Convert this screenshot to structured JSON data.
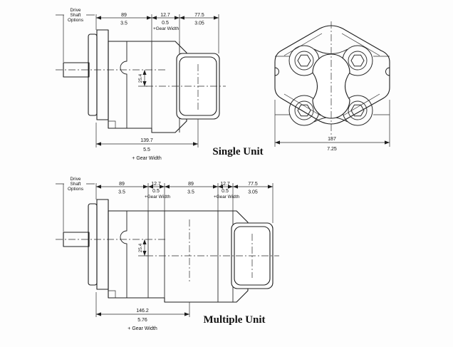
{
  "page": {
    "type": "engineering-drawing",
    "background_color": "#fdfdfd",
    "line_color": "#1d1d1d"
  },
  "single_unit": {
    "label": "Single Unit",
    "drive_shaft_note": [
      "Drive",
      "Shaft",
      "Options"
    ],
    "dims_top": [
      {
        "mm": "89",
        "inch": "3.5"
      },
      {
        "mm": "12.7",
        "inch": "0.5",
        "note": "+Gear Width"
      },
      {
        "mm": "77.5",
        "inch": "3.05"
      }
    ],
    "offset_dim": {
      "mm": "25.4"
    },
    "overall_dim": {
      "mm": "139.7",
      "inch": "5.5",
      "note": "+ Gear Width"
    }
  },
  "end_view": {
    "width_dim": {
      "mm": "187",
      "inch": "7.25"
    }
  },
  "multiple_unit": {
    "label": "Multiple Unit",
    "drive_shaft_note": [
      "Drive",
      "Shaft",
      "Options"
    ],
    "dims_top": [
      {
        "mm": "89",
        "inch": "3.5"
      },
      {
        "mm": "12.7",
        "inch": "0.5",
        "note": "+Gear Width"
      },
      {
        "mm": "89",
        "inch": "3.5"
      },
      {
        "mm": "12.7",
        "inch": "0.5",
        "note": "+Gear Width"
      },
      {
        "mm": "77.5",
        "inch": "3.05"
      }
    ],
    "offset_dim": {
      "mm": "25.4"
    },
    "overall_dim": {
      "mm": "146.2",
      "inch": "5.76",
      "note": "+ Gear Width"
    }
  }
}
